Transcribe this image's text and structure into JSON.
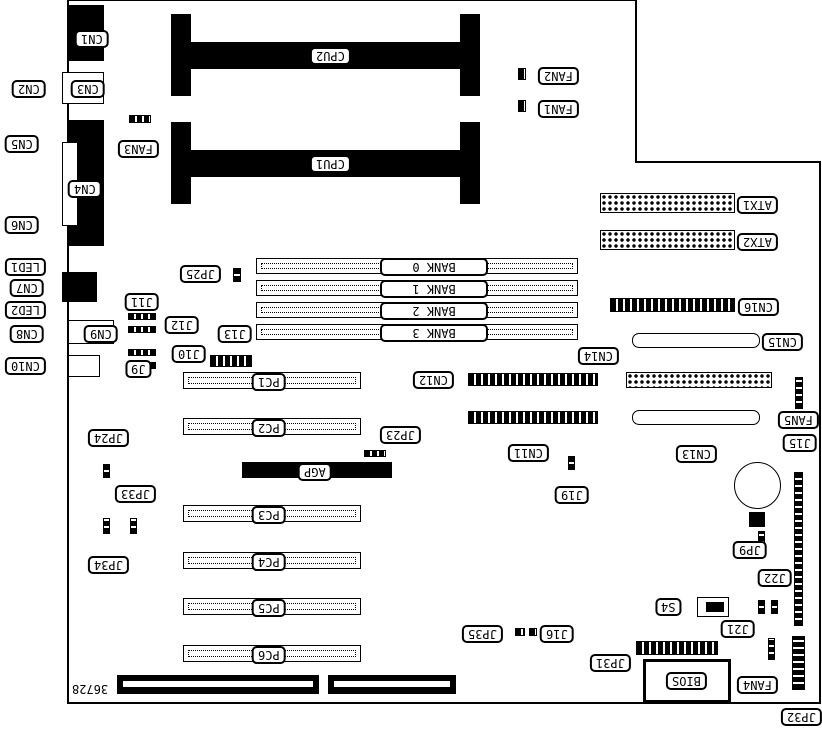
{
  "labels": {
    "cn1": "CN1",
    "cn2": "CN2",
    "cn3": "CN3",
    "cn4": "CN4",
    "cn5": "CN5",
    "cn6": "CN6",
    "cn7": "CN7",
    "cn8": "CN8",
    "cn9": "CN9",
    "cn10": "CN10",
    "cn11": "CN11",
    "cn12": "CN12",
    "cn13": "CN13",
    "cn14": "CN14",
    "cn15": "CN15",
    "cn16": "CN16",
    "led1": "LED1",
    "led2": "LED2",
    "cpu1": "CPU1",
    "cpu2": "CPU2",
    "fan1": "FAN1",
    "fan2": "FAN2",
    "fan3": "FAN3",
    "fan4": "FAN4",
    "fan5": "FAN5",
    "atx1": "ATX1",
    "atx2": "ATX2",
    "bank0": "BANK 0",
    "bank1": "BANK 1",
    "bank2": "BANK 2",
    "bank3": "BANK 3",
    "j9": "J9",
    "j10": "J10",
    "j11": "J11",
    "j12": "J12",
    "j13": "J13",
    "j15": "J15",
    "j16": "J16",
    "j19": "J19",
    "j21": "J21",
    "j22": "J22",
    "jp9": "JP9",
    "jp23": "JP23",
    "jp24": "JP24",
    "jp25": "JP25",
    "jp31": "JP31",
    "jp32": "JP32",
    "jp33": "JP33",
    "jp34": "JP34",
    "jp35": "JP35",
    "pc1": "PC1",
    "pc2": "PC2",
    "pc3": "PC3",
    "pc4": "PC4",
    "pc5": "PC5",
    "pc6": "PC6",
    "agp": "AGP",
    "s4": "S4",
    "bios": "BIOS"
  },
  "figure_number": "36728",
  "colors": {
    "ink": "#000000",
    "board": "#ffffff"
  }
}
